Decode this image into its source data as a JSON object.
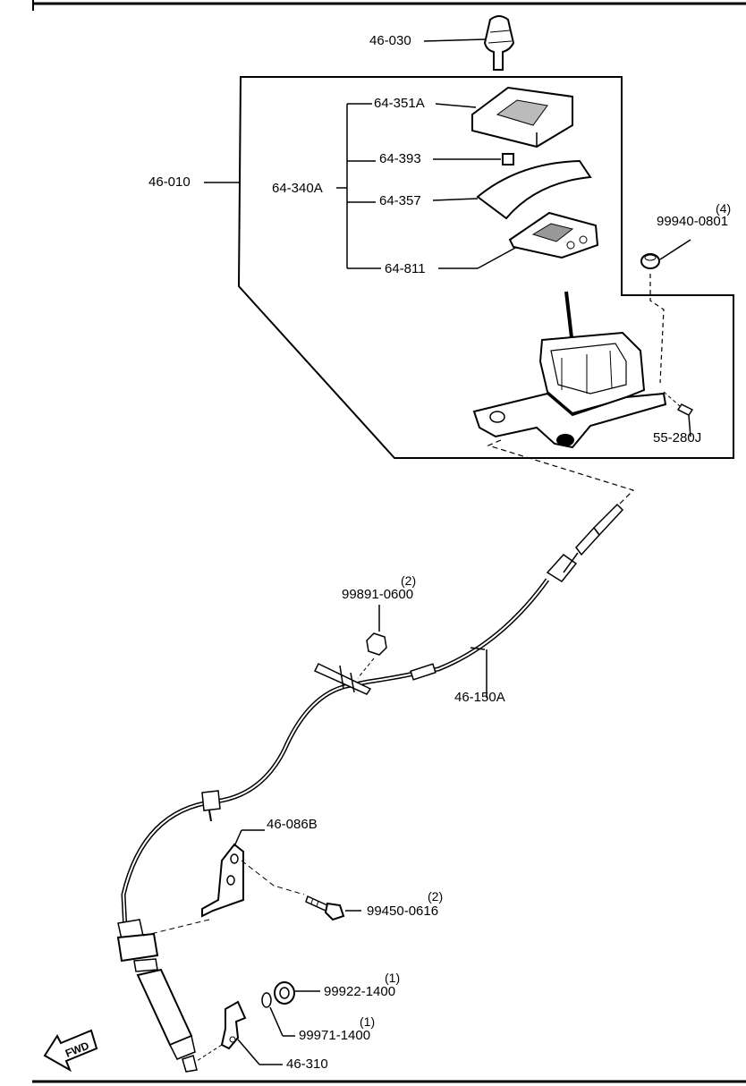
{
  "labels": {
    "shift_knob": "46-030",
    "shift_assembly": "46-010",
    "indicator_panel": "64-351A",
    "indicator_sub": "64-340A",
    "bulb": "64-393",
    "slide_cover": "64-357",
    "indicator_base": "64-811",
    "nut_top": "99940-0801",
    "clip": "55-280J",
    "bolt_nut": "99891-0600",
    "select_cable": "46-150A",
    "bracket": "46-086B",
    "bolt": "99450-0616",
    "nut_small": "99922-1400",
    "washer": "99971-1400",
    "lever": "46-310"
  },
  "quantities": {
    "nut_top": "(4)",
    "bolt_nut": "(2)",
    "bolt": "(2)",
    "nut_small": "(1)",
    "washer": "(1)"
  },
  "arrow": {
    "text": "FWD"
  }
}
